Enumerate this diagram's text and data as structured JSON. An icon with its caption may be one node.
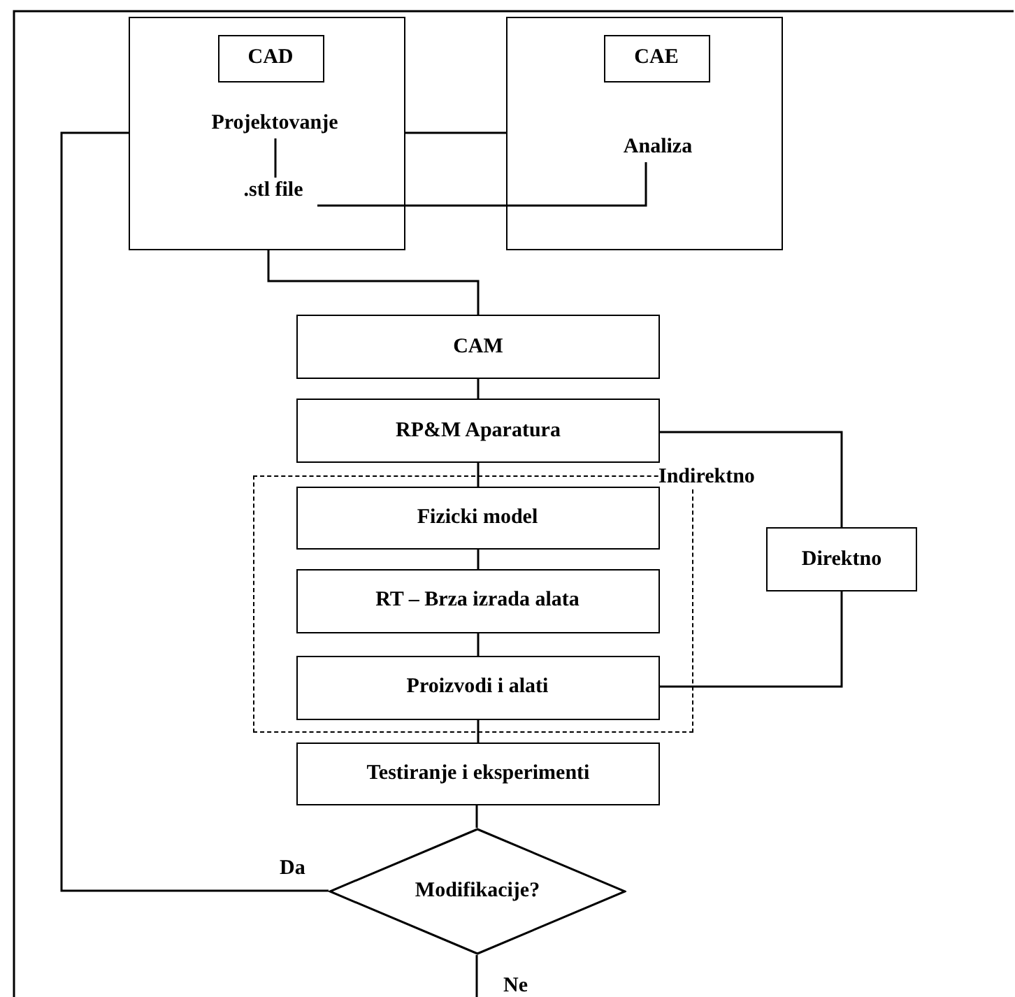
{
  "diagram": {
    "nodes": [
      {
        "text": [],
        "shape": "box"
      },
      {
        "text": [
          "CAD"
        ],
        "in": 0
      },
      {
        "text": [
          "Projektovanje"
        ],
        "in": 0
      },
      {
        "text": [
          ".stl file"
        ],
        "in": 0
      },
      {
        "text": [],
        "shape": "box"
      },
      {
        "text": [
          "CAE"
        ],
        "in": 4
      },
      {
        "text": [
          "Analiza"
        ],
        "in": 4
      },
      {
        "text": [
          "CAM"
        ]
      },
      {
        "text": [
          "RP&M Aparatura"
        ]
      },
      {
        "text": [
          "Indirektno"
        ]
      },
      {
        "text": [
          "Fizicki model"
        ],
        "in": 9
      },
      {
        "text": [
          "RT – Brza izrada alata"
        ],
        "in": 9
      },
      {
        "text": [
          "Proizvodi i alati"
        ],
        "in": 9
      },
      {
        "text": [
          "Direktno"
        ]
      },
      {
        "text": [
          "Testiranje i eksperimenti"
        ]
      },
      {
        "text": [
          "Modifikacije?"
        ]
      }
    ],
    "edges": [
      {
        "from": 2,
        "to": 3,
        "arrow": "none"
      },
      {
        "from": 0,
        "to": 4,
        "arrow": "none"
      },
      {
        "from": 3,
        "to": 6,
        "arrow": "none"
      },
      {
        "from": 0,
        "to": 7,
        "arrow": "none"
      },
      {
        "from": 7,
        "to": 8,
        "arrow": "none"
      },
      {
        "from": 8,
        "to": 10,
        "arrow": "none"
      },
      {
        "from": 10,
        "to": 11,
        "arrow": "none"
      },
      {
        "from": 11,
        "to": 12,
        "arrow": "none"
      },
      {
        "from": 8,
        "to": 13,
        "arrow": "none"
      },
      {
        "from": 13,
        "to": 12,
        "arrow": "none"
      },
      {
        "from": 12,
        "to": 14,
        "arrow": "none"
      },
      {
        "from": 14,
        "to": 15,
        "arrow": "none"
      },
      {
        "from": 15,
        "to": 0,
        "label": "Da",
        "arrow": "none"
      },
      {
        "from": 15,
        "to": null,
        "label": "Ne",
        "arrow": "none"
      }
    ]
  }
}
